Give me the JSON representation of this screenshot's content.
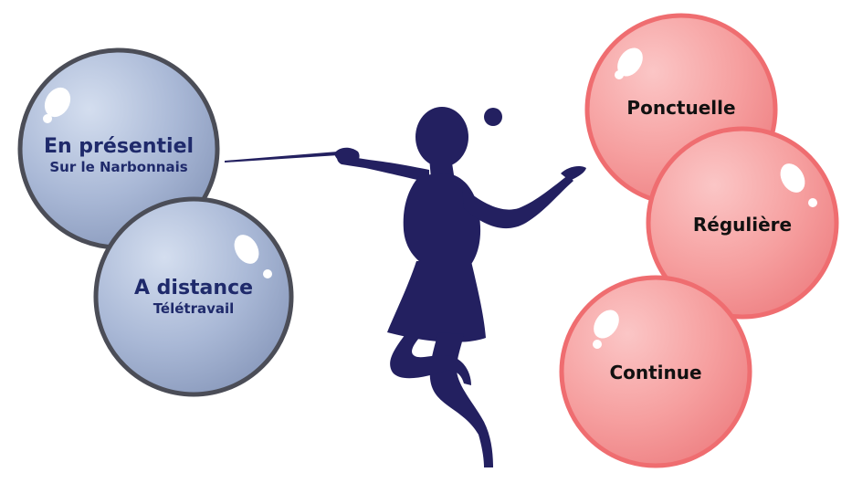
{
  "bubbles_left": [
    {
      "title": "En présentiel",
      "subtitle": "Sur le Narbonnais"
    },
    {
      "title": "A distance",
      "subtitle": "Télétravail"
    }
  ],
  "bubbles_right": [
    {
      "title": "Ponctuelle"
    },
    {
      "title": "Régulière"
    },
    {
      "title": "Continue"
    }
  ],
  "colors": {
    "blue_fill": "#a9b8d6",
    "blue_stroke": "#4b4d57",
    "red_fill": "#f6a0a0",
    "red_stroke": "#ef6d70",
    "silhouette": "#232060",
    "text_blue": "#1f2a6b",
    "text_dark": "#111111"
  },
  "icons": {
    "figure": "dancer-silhouette-icon",
    "pointer": "baton-icon"
  }
}
